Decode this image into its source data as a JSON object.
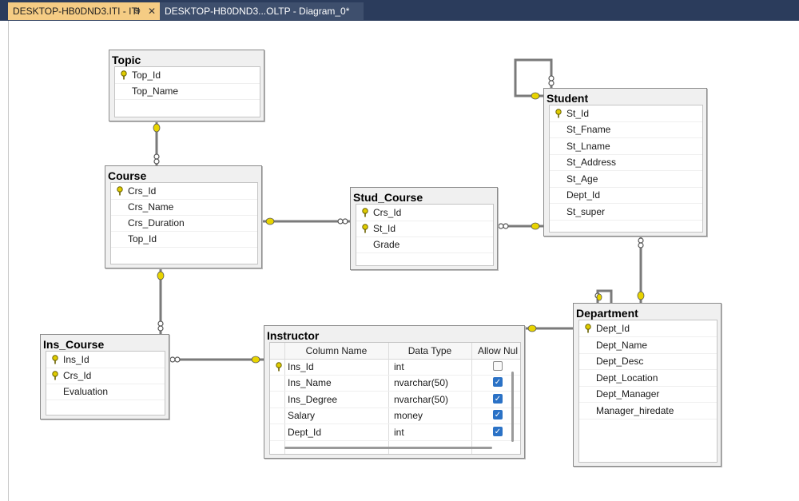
{
  "tabs": [
    {
      "label": "DESKTOP-HB0DND3.ITI - ITI",
      "active": true,
      "pin": "⊕",
      "close": "✕"
    },
    {
      "label": "DESKTOP-HB0DND3...OLTP - Diagram_0*",
      "active": false
    }
  ],
  "colors": {
    "tab_active": "#f5cc84",
    "tab_inactive": "#3e4f6d",
    "titlebar": "#2b3c5c",
    "key": "#d8c400",
    "checkbox_on": "#2b72c6"
  },
  "tables": {
    "topic": {
      "title": "Topic",
      "columns": [
        {
          "name": "Top_Id",
          "key": true
        },
        {
          "name": "Top_Name",
          "key": false
        }
      ]
    },
    "course": {
      "title": "Course",
      "columns": [
        {
          "name": "Crs_Id",
          "key": true
        },
        {
          "name": "Crs_Name",
          "key": false
        },
        {
          "name": "Crs_Duration",
          "key": false
        },
        {
          "name": "Top_Id",
          "key": false
        }
      ]
    },
    "stud_course": {
      "title": "Stud_Course",
      "columns": [
        {
          "name": "Crs_Id",
          "key": true
        },
        {
          "name": "St_Id",
          "key": true
        },
        {
          "name": "Grade",
          "key": false
        }
      ]
    },
    "student": {
      "title": "Student",
      "columns": [
        {
          "name": "St_Id",
          "key": true
        },
        {
          "name": "St_Fname",
          "key": false
        },
        {
          "name": "St_Lname",
          "key": false
        },
        {
          "name": "St_Address",
          "key": false
        },
        {
          "name": "St_Age",
          "key": false
        },
        {
          "name": "Dept_Id",
          "key": false
        },
        {
          "name": "St_super",
          "key": false
        }
      ]
    },
    "department": {
      "title": "Department",
      "columns": [
        {
          "name": "Dept_Id",
          "key": true
        },
        {
          "name": "Dept_Name",
          "key": false
        },
        {
          "name": "Dept_Desc",
          "key": false
        },
        {
          "name": "Dept_Location",
          "key": false
        },
        {
          "name": "Dept_Manager",
          "key": false
        },
        {
          "name": "Manager_hiredate",
          "key": false
        }
      ]
    },
    "ins_course": {
      "title": "Ins_Course",
      "columns": [
        {
          "name": "Ins_Id",
          "key": true
        },
        {
          "name": "Crs_Id",
          "key": true
        },
        {
          "name": "Evaluation",
          "key": false
        }
      ]
    },
    "instructor": {
      "title": "Instructor",
      "headers": {
        "name": "Column Name",
        "type": "Data Type",
        "nulls": "Allow Nul"
      },
      "rows": [
        {
          "name": "Ins_Id",
          "type": "int",
          "allow_null": false,
          "key": true
        },
        {
          "name": "Ins_Name",
          "type": "nvarchar(50)",
          "allow_null": true,
          "key": false
        },
        {
          "name": "Ins_Degree",
          "type": "nvarchar(50)",
          "allow_null": true,
          "key": false
        },
        {
          "name": "Salary",
          "type": "money",
          "allow_null": true,
          "key": false
        },
        {
          "name": "Dept_Id",
          "type": "int",
          "allow_null": true,
          "key": false
        }
      ]
    }
  }
}
